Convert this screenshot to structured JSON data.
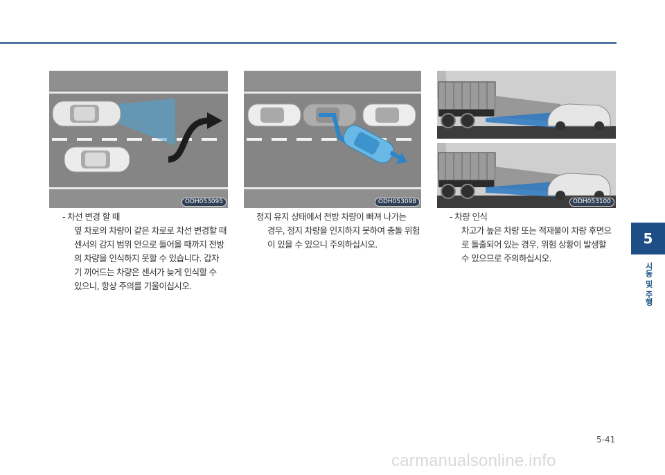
{
  "chapter": {
    "number": "5",
    "title": "시동 및 주행"
  },
  "figures": [
    {
      "code": "ODH053095"
    },
    {
      "code": "ODH053098"
    },
    {
      "code": "ODH053100"
    }
  ],
  "captions": {
    "lane_change": {
      "lines": [
        "-  차선 변경 할 때",
        "옆 차로의 차량이 같은 차로로 차선 변경할 때",
        "센서의 감지 범위 안으로 들어올 때까지 전방",
        "의 차량을 인식하지 못할 수 있습니다. 갑자",
        "기 끼어드는 차량은 센서가 늦게 인식할 수",
        "있으니, 항상 주의를 기울이십시오."
      ]
    },
    "stop_hold": {
      "lines": [
        "정지 유지 상태에서 전방 차량이 빠져 나가는",
        "경우, 정지 차량을 인지하지 못하여 충돌 위험",
        "이 있을 수 있으니 주의하십시오."
      ]
    },
    "vehicle_recognition": {
      "lines": [
        "-  차량 인식",
        "차고가 높은 차량 또는 적재물이 차량 후면으",
        "로 돌출되어 있는 경우, 위험 상황이 발생할",
        "수 있으므로 주의하십시오."
      ]
    }
  },
  "page_number": "5-41",
  "watermark": "carmanualsonline.info"
}
